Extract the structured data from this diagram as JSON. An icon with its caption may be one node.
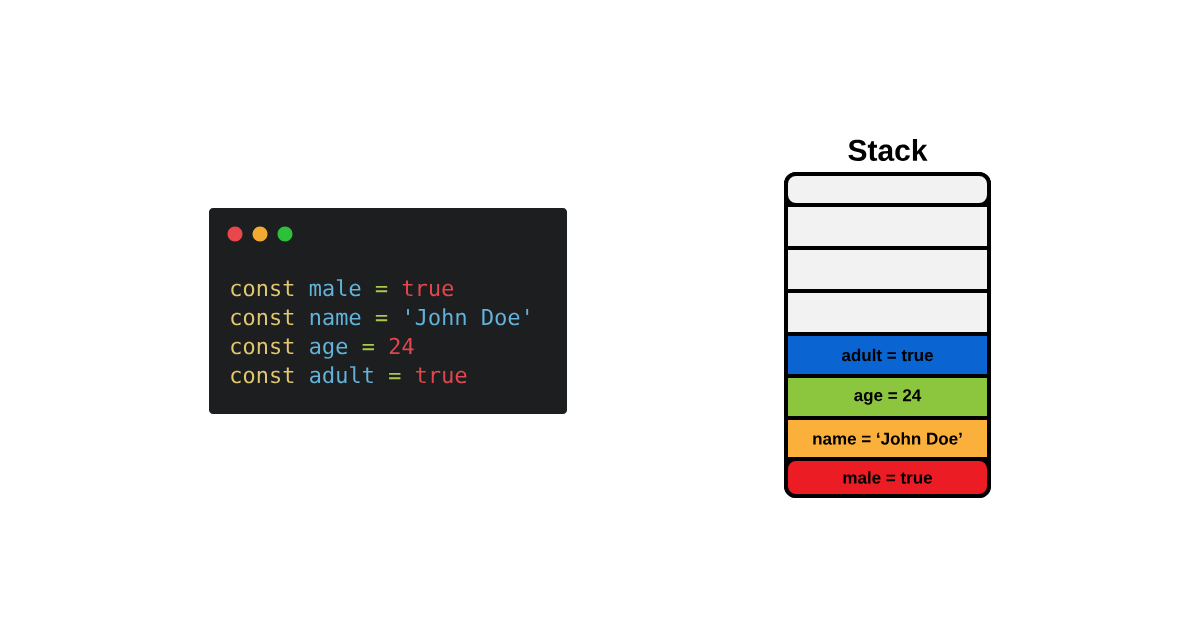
{
  "diagram": {
    "nodes": [
      {
        "text": [
          "const",
          "male",
          "=",
          "true",
          "const",
          "name",
          "=",
          "'John Doe'",
          "const",
          "age",
          "=",
          "24",
          "const",
          "adult",
          "=",
          "true"
        ]
      },
      {
        "text": [
          "Stack"
        ]
      },
      {
        "text": [],
        "shape": "box",
        "in": 1
      },
      {
        "text": [],
        "shape": "box",
        "in": 1
      },
      {
        "text": [],
        "shape": "box",
        "in": 1
      },
      {
        "text": [],
        "shape": "box",
        "in": 1
      },
      {
        "text": [
          "adult = true"
        ],
        "in": 1
      },
      {
        "text": [
          "age = 24"
        ],
        "in": 1
      },
      {
        "text": [
          "name = ‘John Doe’"
        ],
        "in": 1
      },
      {
        "text": [
          "male = true"
        ],
        "in": 1
      }
    ]
  }
}
